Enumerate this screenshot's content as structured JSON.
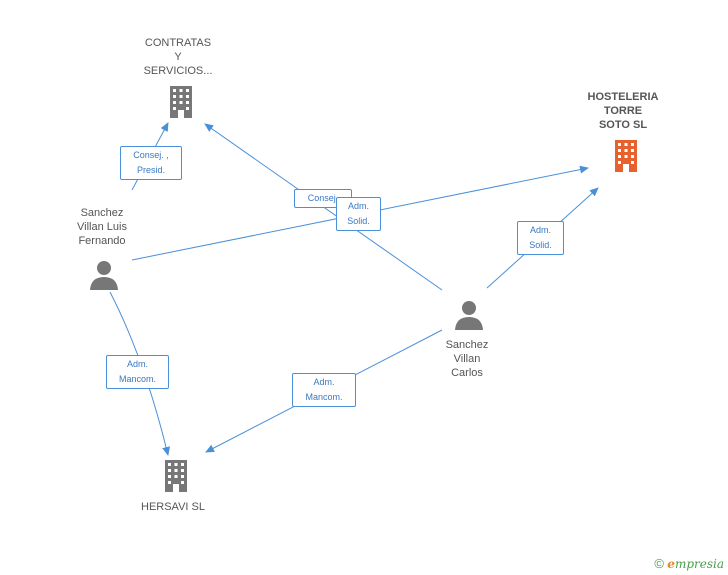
{
  "nodes": {
    "contratas": {
      "label": [
        "CONTRATAS",
        "Y",
        "SERVICIOS..."
      ],
      "type": "company"
    },
    "hosteleria": {
      "label": [
        "HOSTELERIA",
        "TORRE",
        "SOTO SL"
      ],
      "type": "company-highlight"
    },
    "fernando": {
      "label": [
        "Sanchez",
        "Villan Luis",
        "Fernando"
      ],
      "type": "person"
    },
    "carlos": {
      "label": [
        "Sanchez",
        "Villan",
        "Carlos"
      ],
      "type": "person"
    },
    "hersavi": {
      "label": [
        "HERSAVI SL"
      ],
      "type": "company"
    }
  },
  "edges": {
    "e1": [
      "Consej. ,",
      "Presid."
    ],
    "e2": [
      "Consej."
    ],
    "e3": [
      "Adm.",
      "Solid."
    ],
    "e4": [
      "Adm.",
      "Solid."
    ],
    "e5": [
      "Adm.",
      "Mancom."
    ],
    "e6": [
      "Adm.",
      "Mancom."
    ]
  },
  "colors": {
    "edge": "#4a90d9",
    "company": "#777777",
    "highlight": "#e8602c",
    "person": "#777777"
  },
  "footer": {
    "copyright": "©",
    "brand_e": "e",
    "brand_rest": "mpresia"
  }
}
